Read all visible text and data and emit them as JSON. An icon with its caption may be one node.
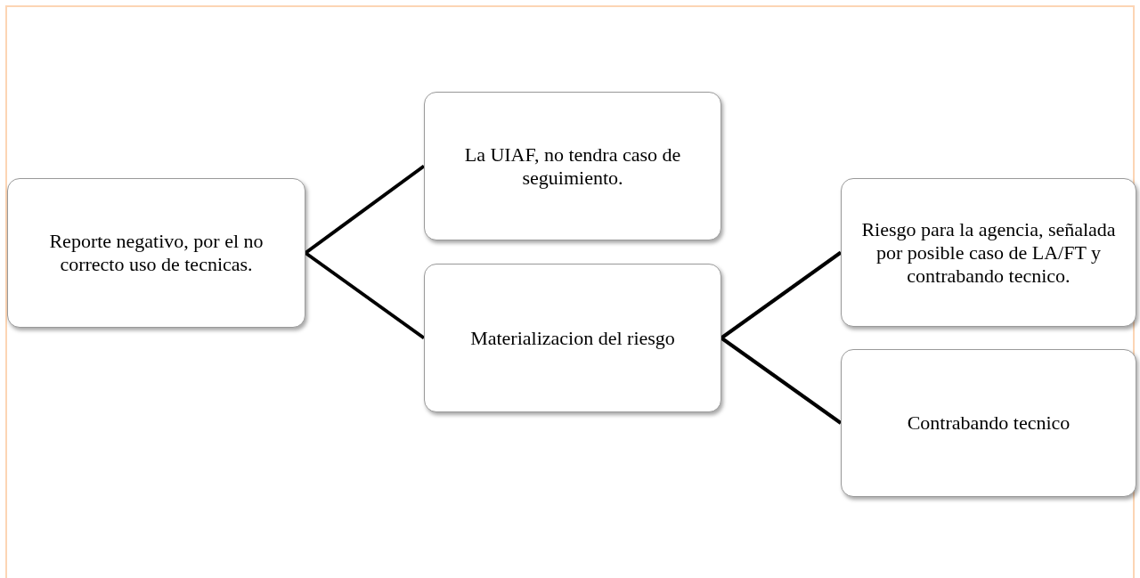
{
  "diagram": {
    "nodes": [
      {
        "text": [
          "Reporte negativo, por el no correcto uso de tecnicas."
        ]
      },
      {
        "text": [
          "La UIAF, no tendra caso de seguimiento."
        ]
      },
      {
        "text": [
          "Materializacion del riesgo"
        ]
      },
      {
        "text": [
          "Riesgo para la agencia, señalada por posible caso de LA/FT  y contrabando tecnico."
        ]
      },
      {
        "text": [
          "Contrabando tecnico"
        ]
      }
    ],
    "edges": [
      {
        "from": 0,
        "to": 1,
        "arrow": "none"
      },
      {
        "from": 0,
        "to": 2,
        "arrow": "none"
      },
      {
        "from": 2,
        "to": 3,
        "arrow": "none"
      },
      {
        "from": 2,
        "to": 4,
        "arrow": "none"
      }
    ]
  }
}
